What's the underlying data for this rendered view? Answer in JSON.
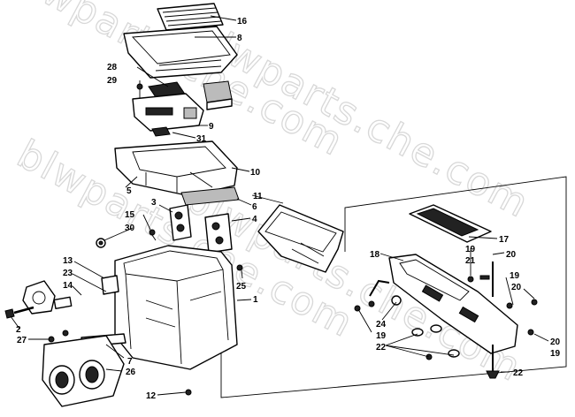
{
  "watermark": "blwparts.che.com",
  "callouts": [
    "16",
    "8",
    "28",
    "29",
    "9",
    "31",
    "10",
    "11",
    "5",
    "6",
    "3",
    "4",
    "15",
    "30",
    "13",
    "23",
    "14",
    "25",
    "1",
    "2",
    "27",
    "7",
    "26",
    "12",
    "17",
    "18",
    "19",
    "21",
    "20",
    "24",
    "22"
  ]
}
